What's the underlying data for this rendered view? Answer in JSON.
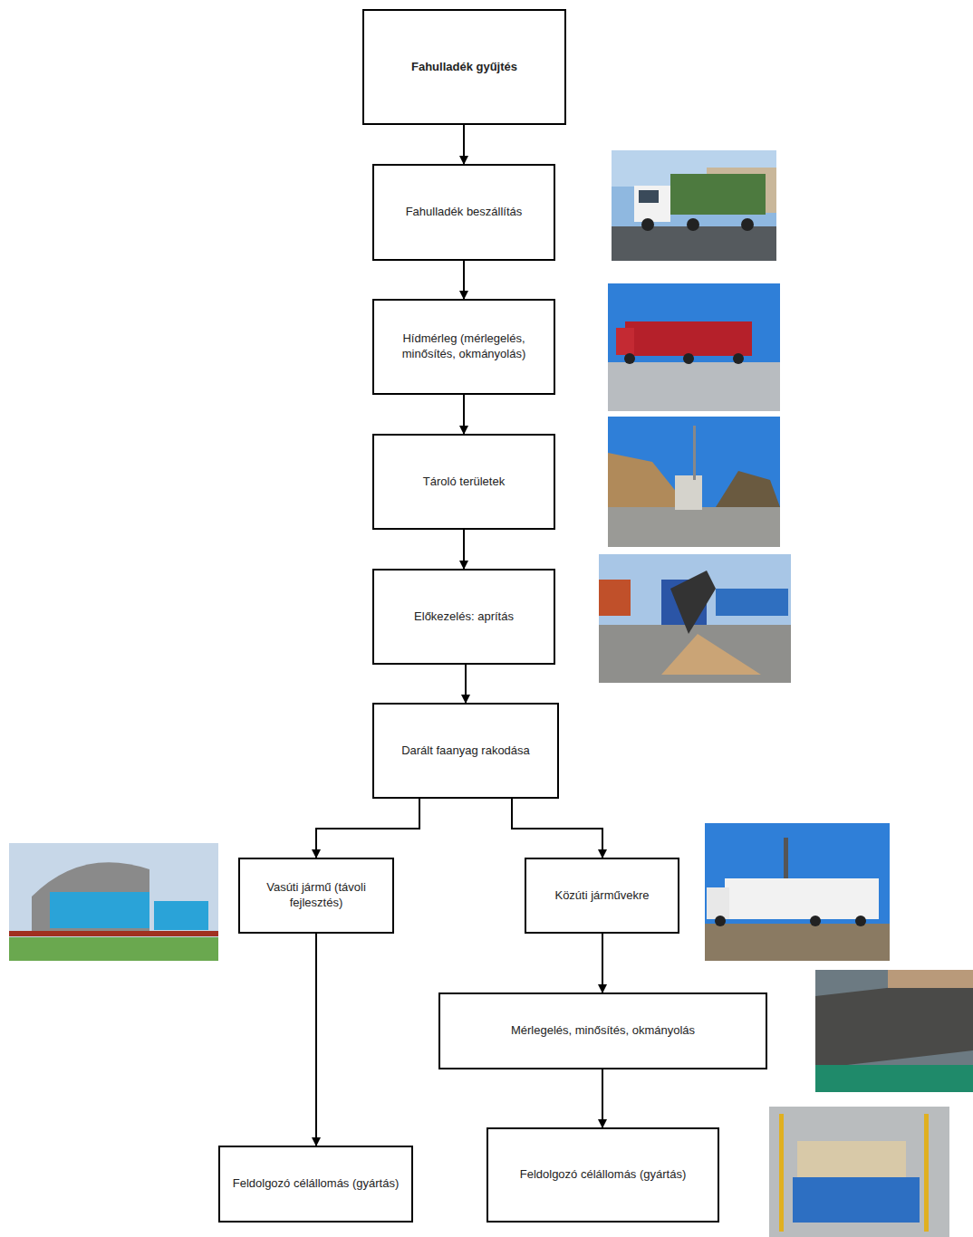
{
  "diagram": {
    "nodes": [
      {
        "text": [
          "Fahulladék gyűjtés"
        ]
      },
      {
        "text": [
          "Fahulladék beszállítás"
        ]
      },
      {
        "text": [
          "Hídmérleg (mérlegelés, minősítés, okmányolás)"
        ]
      },
      {
        "text": [
          "Tároló területek"
        ]
      },
      {
        "text": [
          "Előkezelés: aprítás"
        ]
      },
      {
        "text": [
          "Darált faanyag rakodása"
        ]
      },
      {
        "text": [
          "Vasúti jármű (távoli fejlesztés)"
        ]
      },
      {
        "text": [
          "Közúti járművekre"
        ]
      },
      {
        "text": [
          "Mérlegelés, minősítés, okmányolás"
        ]
      },
      {
        "text": [
          "Feldolgozó célállomás (gyártás)"
        ]
      },
      {
        "text": [
          "Feldolgozó célállomás (gyártás)"
        ]
      }
    ],
    "edges": [
      {
        "from": 0,
        "to": 1,
        "arrow": "to"
      },
      {
        "from": 1,
        "to": 2,
        "arrow": "to"
      },
      {
        "from": 2,
        "to": 3,
        "arrow": "to"
      },
      {
        "from": 3,
        "to": 4,
        "arrow": "to"
      },
      {
        "from": 4,
        "to": 5,
        "arrow": "to"
      },
      {
        "from": 5,
        "to": 6,
        "arrow": "to"
      },
      {
        "from": 5,
        "to": 7,
        "arrow": "to"
      },
      {
        "from": 7,
        "to": 8,
        "arrow": "to"
      },
      {
        "from": 6,
        "to": 9,
        "arrow": "to"
      },
      {
        "from": 8,
        "to": 10,
        "arrow": "to"
      }
    ]
  }
}
